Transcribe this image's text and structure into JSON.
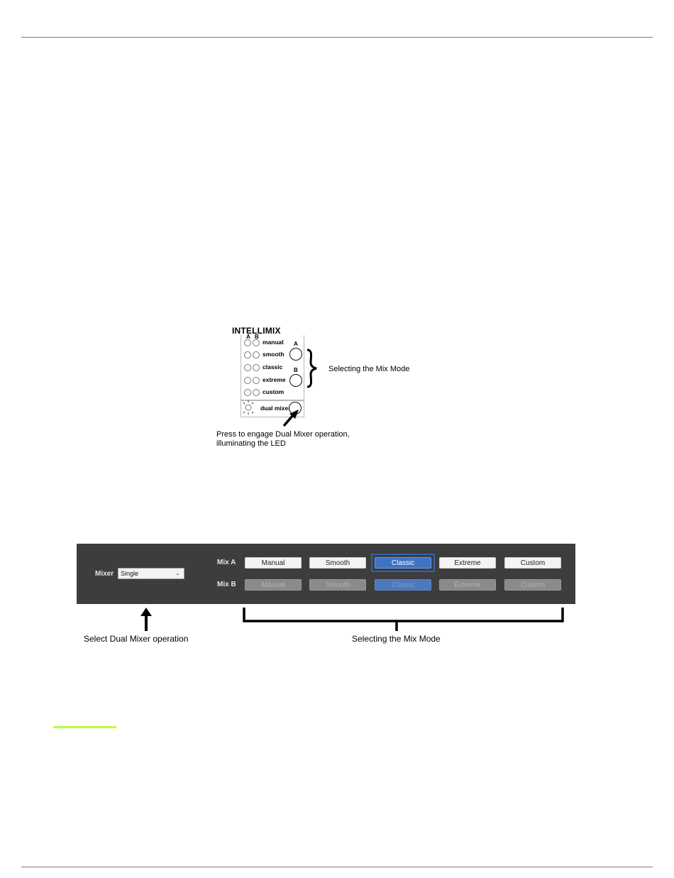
{
  "hardware": {
    "title": "INTELLIMIX",
    "column_a": "A",
    "column_b": "B",
    "modes": [
      "manual",
      "smooth",
      "classic",
      "extreme",
      "custom"
    ],
    "knob_a_label": "A",
    "knob_b_label": "B",
    "dual_mixer_label": "dual mixer",
    "callout_mix_mode": "Selecting the Mix Mode",
    "callout_dual_line1": "Press to engage Dual Mixer operation,",
    "callout_dual_line2": "illuminating the LED"
  },
  "software": {
    "mixer_label": "Mixer",
    "mixer_value": "Single",
    "mix_a_label": "Mix A",
    "mix_b_label": "Mix B",
    "buttons": [
      "Manual",
      "Smooth",
      "Classic",
      "Extreme",
      "Custom"
    ],
    "selected": "Classic",
    "mix_b_state": "disabled"
  },
  "annotations": {
    "left": "Select Dual Mixer operation",
    "right": "Selecting the Mix Mode"
  },
  "colors": {
    "panel_bg": "#3d3d3d",
    "selected_blue": "#3e73c4",
    "highlight_green": "#b6ff3a"
  }
}
